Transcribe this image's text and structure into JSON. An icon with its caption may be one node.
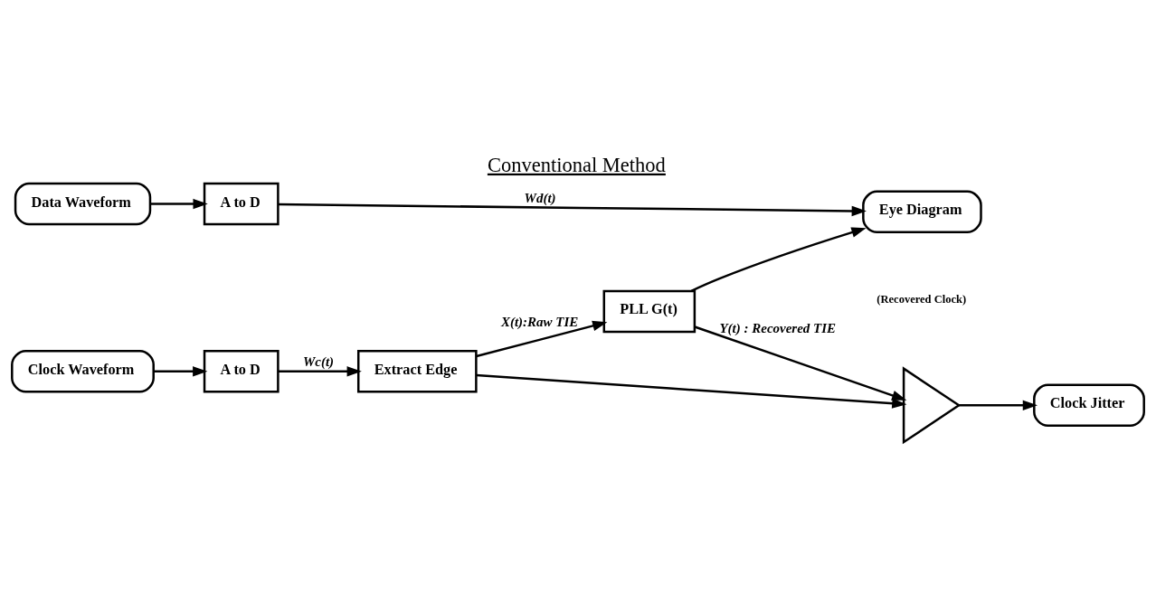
{
  "diagram": {
    "title": "Conventional Method",
    "nodes": [
      {
        "text": [
          "Clock Waveform"
        ]
      },
      {
        "text": [
          "A to D"
        ]
      },
      {
        "text": [
          "Extract Edge"
        ]
      },
      {
        "text": [
          "PLL G(t)"
        ]
      },
      {
        "text": [],
        "shape": "triangle"
      },
      {
        "text": [
          "Clock Jitter"
        ]
      },
      {
        "text": [
          "Data Waveform"
        ]
      },
      {
        "text": [
          "A to D"
        ]
      },
      {
        "text": [
          "Eye Diagram"
        ]
      }
    ],
    "edges": [
      {
        "from": 0,
        "to": 1,
        "arrow": "to"
      },
      {
        "from": 1,
        "to": 2,
        "arrow": "to",
        "label": "Wc(t)"
      },
      {
        "from": 2,
        "to": 3,
        "arrow": "to",
        "label": "X(t):Raw TIE"
      },
      {
        "from": 2,
        "to": 4,
        "arrow": "to"
      },
      {
        "from": 3,
        "to": 4,
        "arrow": "to",
        "label": "Y(t) : Recovered TIE"
      },
      {
        "from": 3,
        "to": 8,
        "arrow": "to"
      },
      {
        "from": 4,
        "to": 5,
        "arrow": "to"
      },
      {
        "from": 6,
        "to": 7,
        "arrow": "to"
      },
      {
        "from": 7,
        "to": 8,
        "arrow": "to",
        "label": "Wd(t)"
      }
    ],
    "labels": [
      "(Recovered Clock)"
    ]
  }
}
